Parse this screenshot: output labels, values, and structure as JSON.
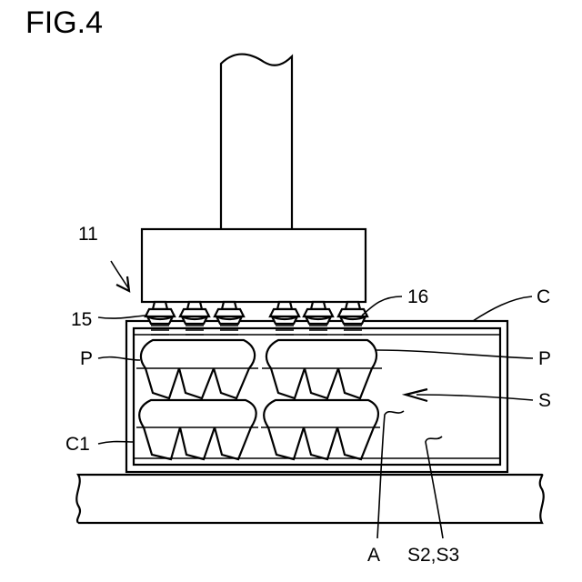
{
  "figure": {
    "title": "FIG.4",
    "labels": {
      "l11": "11",
      "l15": "15",
      "l16": "16",
      "lC": "C",
      "lP_left": "P",
      "lP_right": "P",
      "lS": "S",
      "lC1": "C1",
      "lA": "A",
      "lS2S3": "S2,S3"
    }
  }
}
